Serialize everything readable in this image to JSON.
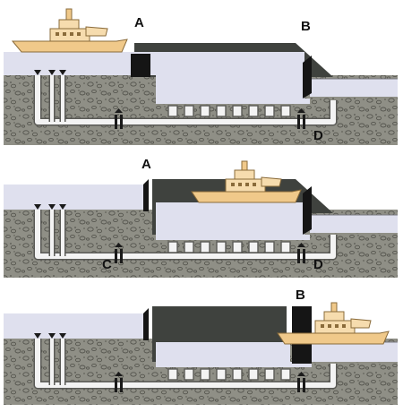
{
  "diagram": {
    "description_free": true,
    "colors": {
      "water": "#dfe0ee",
      "ground": "#8f8f86",
      "pebble": "#5a5a52",
      "pipe": "#f3f3f3",
      "pipe_outline": "#5a5a56",
      "wall": "#3d403c",
      "gate": "#151515",
      "boat_hull": "#f0c98a",
      "boat_cabin": "#f6dcae",
      "boat_outline": "#8a6b3a",
      "valve": "#1a1a1a"
    },
    "panels": [
      {
        "id": "panel-1",
        "labels": [
          {
            "id": "label-a",
            "text": "A"
          },
          {
            "id": "label-b",
            "text": "B"
          },
          {
            "id": "label-d",
            "text": "D"
          }
        ]
      },
      {
        "id": "panel-2",
        "labels": [
          {
            "id": "label-a",
            "text": "A"
          },
          {
            "id": "label-c",
            "text": "C"
          },
          {
            "id": "label-d",
            "text": "D"
          }
        ]
      },
      {
        "id": "panel-3",
        "labels": [
          {
            "id": "label-b",
            "text": "B"
          }
        ]
      }
    ]
  }
}
